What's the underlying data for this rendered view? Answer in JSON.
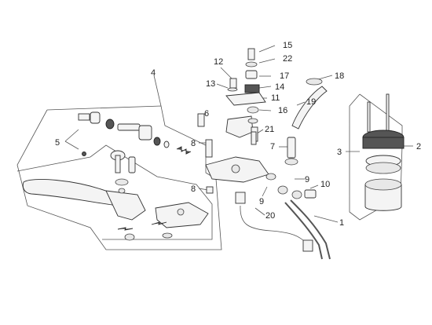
{
  "callouts": {
    "c1": "1",
    "c2": "2",
    "c3": "3",
    "c4": "4",
    "c5": "5",
    "c6": "6",
    "c7": "7",
    "c8a": "8",
    "c8b": "8",
    "c9a": "9",
    "c9b": "9",
    "c10": "10",
    "c11": "11",
    "c12": "12",
    "c13": "13",
    "c14": "14",
    "c15": "15",
    "c16": "16",
    "c17": "17",
    "c18": "18",
    "c19": "19",
    "c20": "20",
    "c21": "21",
    "c22": "22"
  },
  "colors": {
    "line": "#555555",
    "part": "#f4f4f4",
    "dark": "#555555"
  }
}
